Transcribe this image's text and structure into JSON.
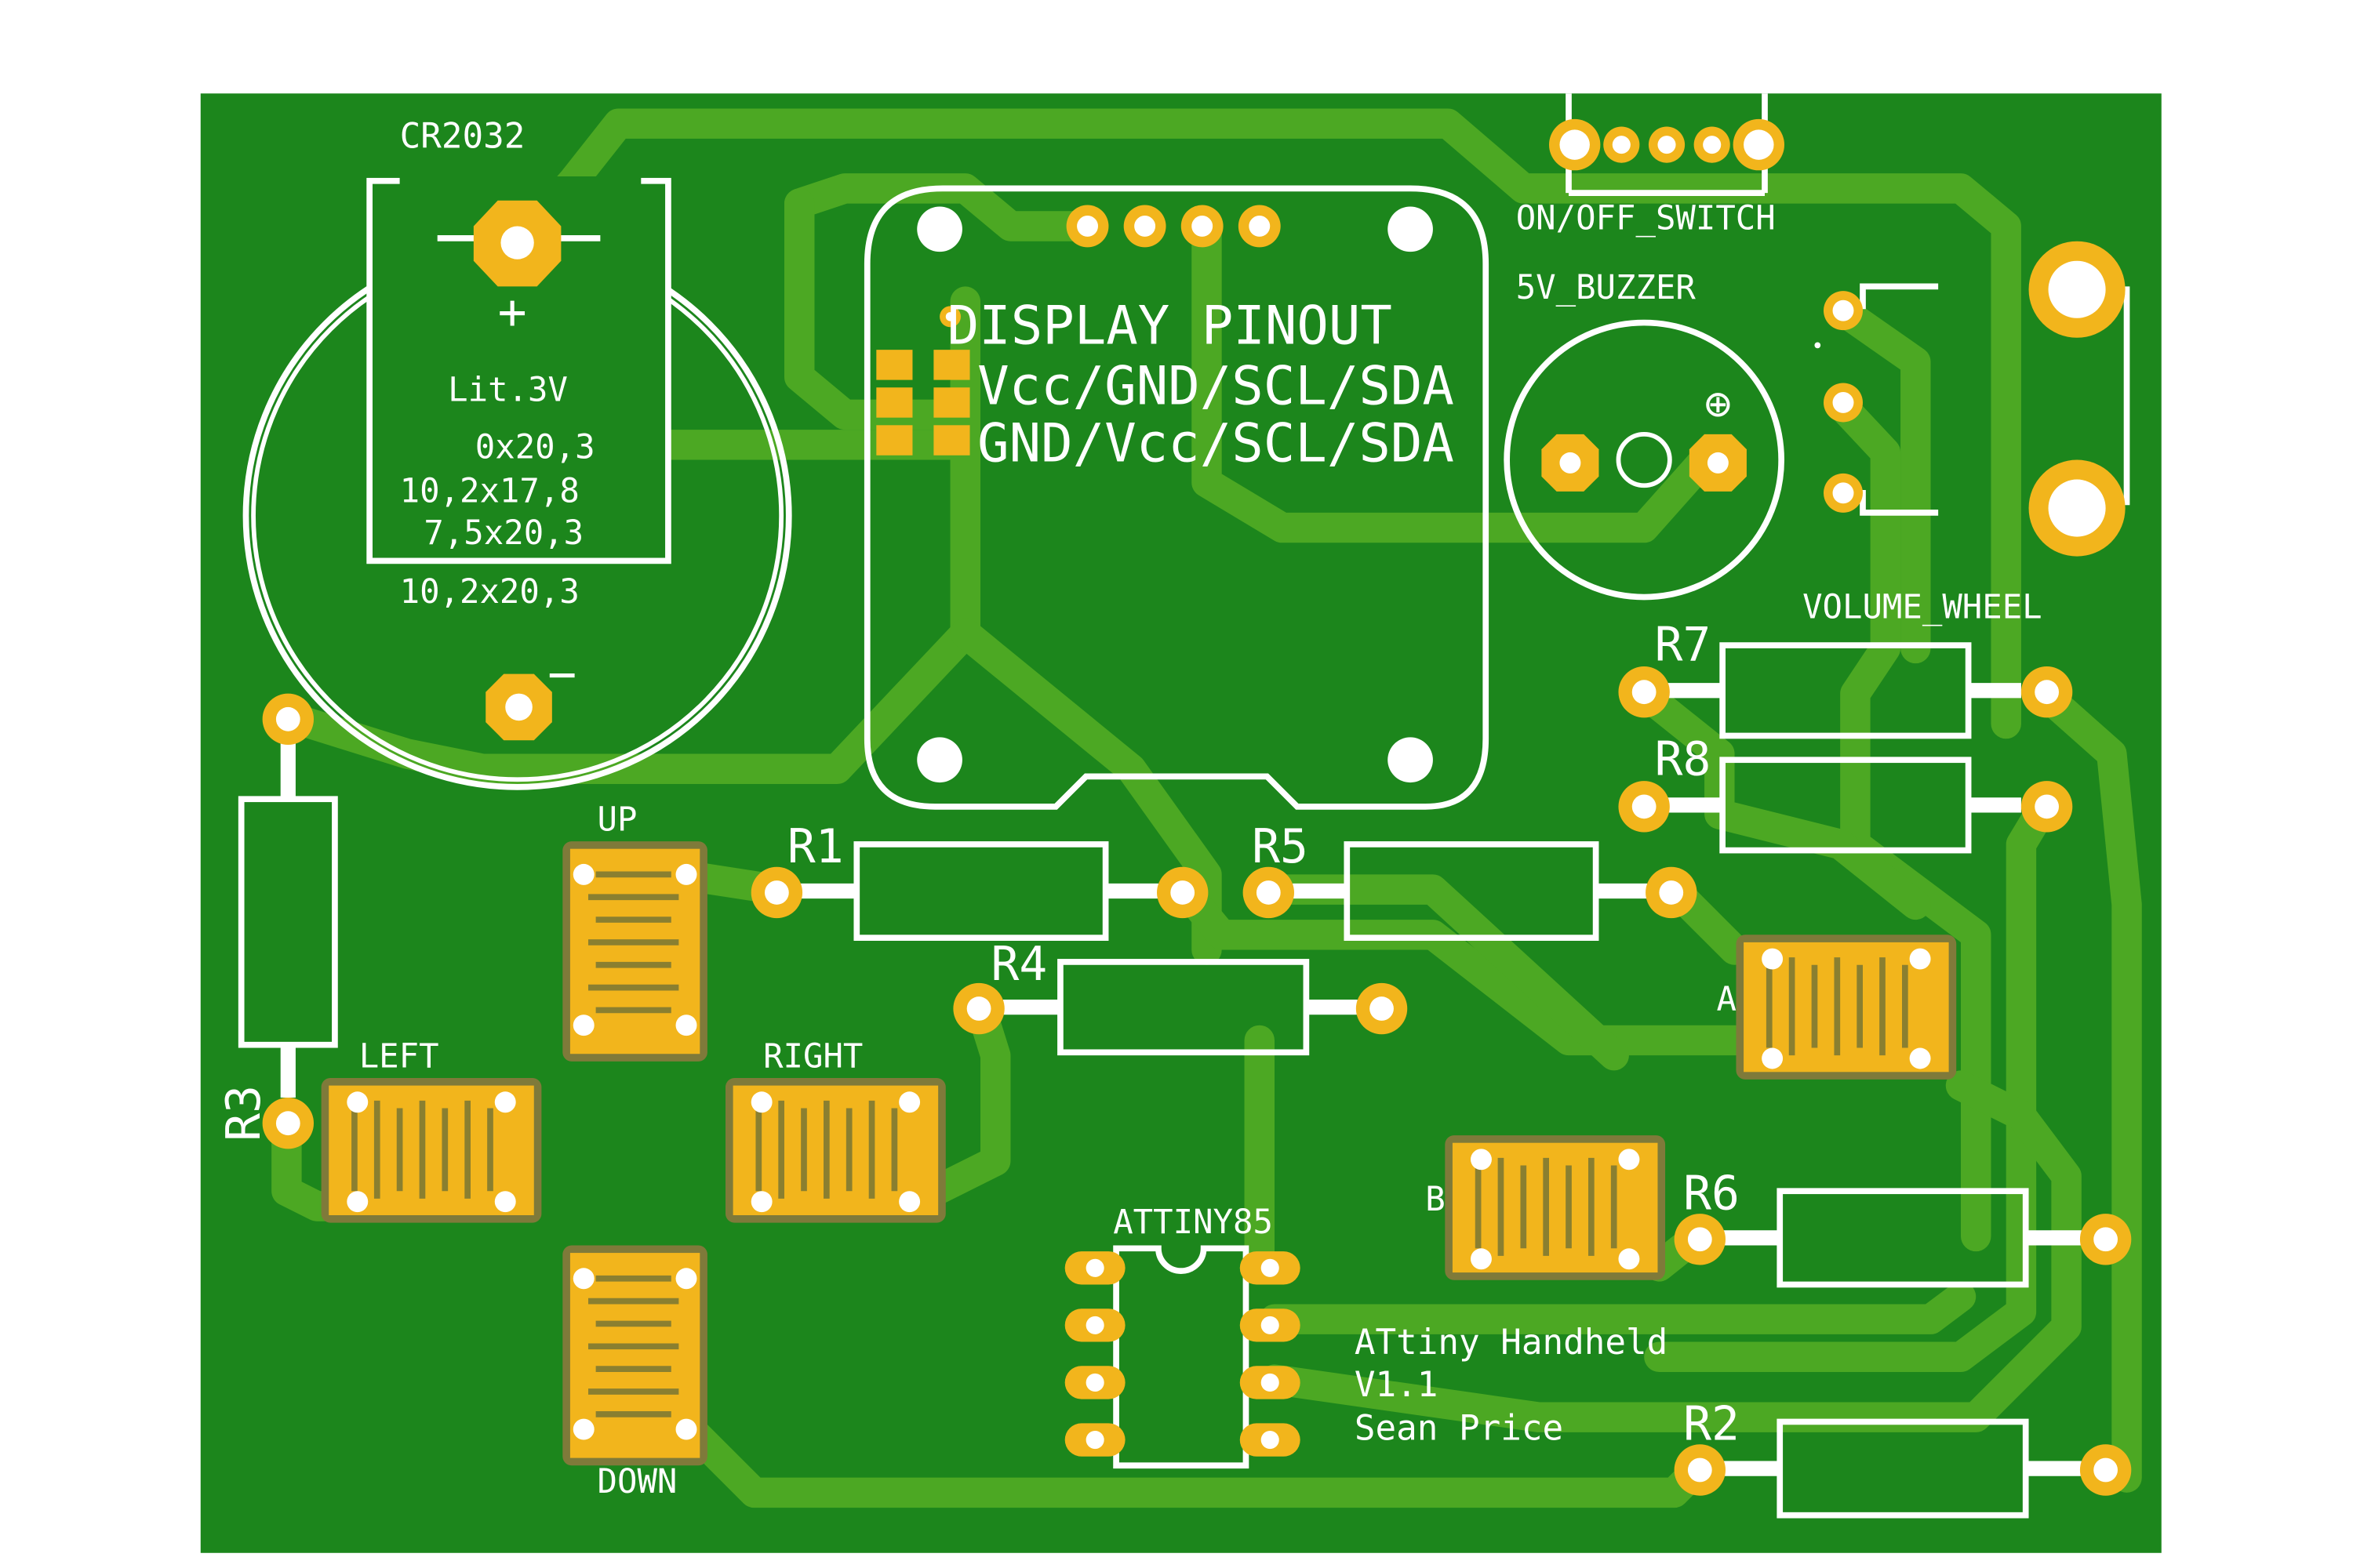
{
  "labels": {
    "battery_name": "CR2032",
    "battery_plus": "+",
    "battery_minus": "−",
    "battery_type": "Lit.3V",
    "battery_dim1": "0x20,3",
    "battery_dim2": "10,2x17,8",
    "battery_dim3": "7,5x20,3",
    "battery_dim4": "10,2x20,3",
    "display_title": "DISPLAY PINOUT",
    "display_pinout1": "Vcc/GND/SCL/SDA",
    "display_pinout2": "GND/Vcc/SCL/SDA",
    "switch": "ON/OFF_SWITCH",
    "buzzer": "5V_BUZZER",
    "buzzer_plus": "⊕",
    "volume": "VOLUME_WHEEL",
    "r1": "R1",
    "r2": "R2",
    "r3": "R3",
    "r4": "R4",
    "r5": "R5",
    "r6": "R6",
    "r7": "R7",
    "r8": "R8",
    "up": "UP",
    "down": "DOWN",
    "left": "LEFT",
    "right": "RIGHT",
    "btn_a": "A",
    "btn_b": "B",
    "chip": "ATTINY85",
    "credit1": "ATtiny Handheld",
    "credit2": "V1.1",
    "credit3": "Sean Price"
  },
  "colors": {
    "board": "#1c861c",
    "trace": "#4ca823",
    "copper": "#f2b51c",
    "silkscreen": "#ffffff",
    "background": "#ffffff"
  }
}
